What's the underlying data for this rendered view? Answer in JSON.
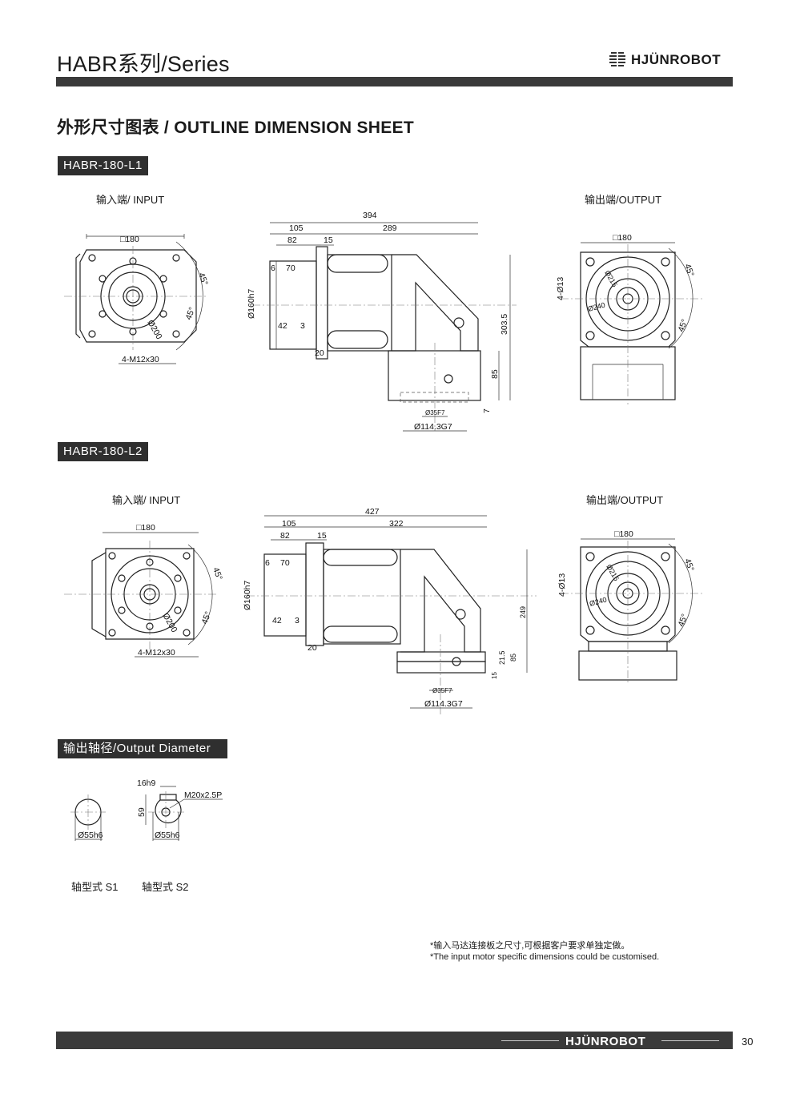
{
  "header": {
    "series_title": "HABR系列/Series",
    "brand": "HJÜNROBOT"
  },
  "section": {
    "title": "外形尺寸图表 / OUTLINE DIMENSION SHEET"
  },
  "models": [
    {
      "tag": "HABR-180-L1",
      "input_label": "输入端/ INPUT",
      "output_label": "输出端/OUTPUT",
      "input_dims": {
        "square": "□180",
        "bolt": "4-M12x30",
        "pcd": "Ø200",
        "angle1": "45°",
        "angle2": "45°"
      },
      "side_dims": {
        "overall": "394",
        "left": "105",
        "right": "289",
        "a": "82",
        "b": "15",
        "key": "6",
        "c": "70",
        "shaft": "Ø160h7",
        "d": "42",
        "e": "3",
        "f": "20",
        "height": "303.5",
        "g": "85",
        "h": "7",
        "bore": "Ø35F7",
        "pilot": "Ø114.3G7"
      },
      "output_dims": {
        "square": "□180",
        "holes": "4-Ø13",
        "d1": "Ø215",
        "d2": "Ø240",
        "angle1": "45°",
        "angle2": "45°"
      }
    },
    {
      "tag": "HABR-180-L2",
      "input_label": "输入端/ INPUT",
      "output_label": "输出端/OUTPUT",
      "input_dims": {
        "square": "□180",
        "bolt": "4-M12x30",
        "pcd": "Ø200",
        "angle1": "45°",
        "angle2": "45°"
      },
      "side_dims": {
        "overall": "427",
        "left": "105",
        "right": "322",
        "a": "82",
        "b": "15",
        "key": "6",
        "c": "70",
        "shaft": "Ø160h7",
        "d": "42",
        "e": "3",
        "f": "20",
        "height": "249",
        "g": "21.5",
        "h": "85",
        "i": "15",
        "bore": "Ø35F7",
        "pilot": "Ø114.3G7"
      },
      "output_dims": {
        "square": "□180",
        "holes": "4-Ø13",
        "d1": "Ø215",
        "d2": "Ø240",
        "angle1": "45°",
        "angle2": "45°"
      }
    }
  ],
  "output_shaft": {
    "tag": "输出轴径/Output Diameter",
    "s1": {
      "dia": "Ø55h6",
      "caption": "轴型式 S1"
    },
    "s2": {
      "dia": "Ø55h6",
      "key": "16h9",
      "depth": "59",
      "thread": "M20x2.5P",
      "caption": "轴型式 S2"
    }
  },
  "note": {
    "cn": "*输入马达连接板之尺寸,可根据客户要求单独定做。",
    "en": "*The input motor specific dimensions could be customised."
  },
  "footer": {
    "brand": "HJÜNROBOT",
    "page": "30"
  }
}
